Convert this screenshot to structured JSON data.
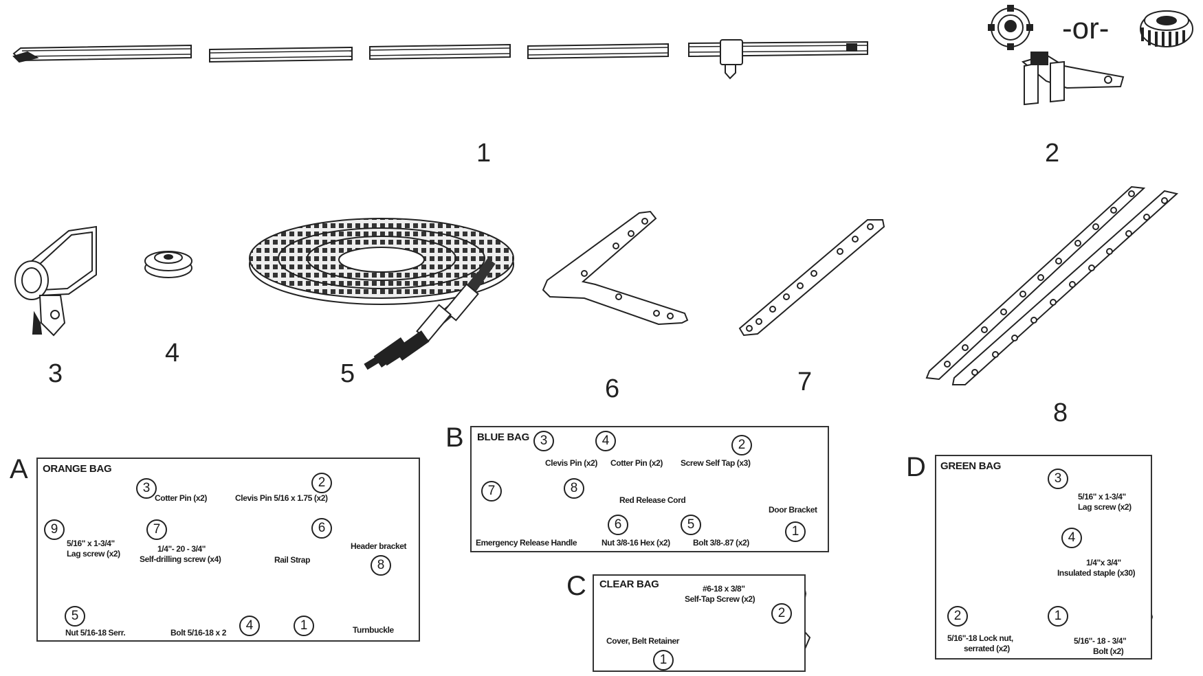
{
  "parts": {
    "p1": "1",
    "p2": "2",
    "p3": "3",
    "p4": "4",
    "p5": "5",
    "p6": "6",
    "p7": "7",
    "p8": "8",
    "or_text": "-or-"
  },
  "bags": {
    "A": {
      "letter": "A",
      "title": "ORANGE BAG",
      "items": {
        "cotter_num": "3",
        "cotter_label": "Cotter Pin (x2)",
        "clevis_num": "2",
        "clevis_label": "Clevis Pin 5/16 x 1.75 (x2)",
        "lag_num": "9",
        "lag_label_1": "5/16\" x 1-3/4\"",
        "lag_label_2": "Lag screw (x2)",
        "selfdrill_num": "7",
        "selfdrill_label_1": "1/4\"- 20 - 3/4\"",
        "selfdrill_label_2": "Self-drilling screw (x4)",
        "railstrap_num": "6",
        "railstrap_label": "Rail Strap",
        "header_num": "8",
        "header_label": "Header bracket",
        "nut_num": "5",
        "nut_label": "Nut 5/16-18 Serr.",
        "bolt_num": "4",
        "bolt_label": "Bolt 5/16-18 x 2",
        "turnbuckle_num": "1",
        "turnbuckle_label": "Turnbuckle"
      }
    },
    "B": {
      "letter": "B",
      "title": "BLUE BAG",
      "items": {
        "clevis_num": "3",
        "clevis_label": "Clevis Pin (x2)",
        "cotter_num": "4",
        "cotter_label": "Cotter Pin (x2)",
        "screw_num": "2",
        "screw_label": "Screw Self Tap (x3)",
        "handle_num": "7",
        "handle_label": "Emergency Release Handle",
        "cord_num": "8",
        "cord_label": "Red Release Cord",
        "nut_num": "6",
        "nut_label": "Nut 3/8-16 Hex (x2)",
        "bolt_num": "5",
        "bolt_label": "Bolt 3/8-.87 (x2)",
        "door_num": "1",
        "door_label": "Door Bracket"
      }
    },
    "C": {
      "letter": "C",
      "title": "CLEAR BAG",
      "items": {
        "screw_num": "2",
        "screw_label_1": "#6-18 x 3/8\"",
        "screw_label_2": "Self-Tap Screw (x2)",
        "cover_num": "1",
        "cover_label": "Cover, Belt Retainer"
      }
    },
    "D": {
      "letter": "D",
      "title": "GREEN BAG",
      "items": {
        "lag_num": "3",
        "lag_label_1": "5/16\" x 1-3/4\"",
        "lag_label_2": "Lag screw (x2)",
        "staple_num": "4",
        "staple_label_1": "1/4\"x 3/4\"",
        "staple_label_2": "Insulated staple (x30)",
        "locknut_num": "2",
        "locknut_label_1": "5/16\"-18    Lock nut,",
        "locknut_label_2": "serrated (x2)",
        "bolt_num": "1",
        "bolt_label_1": "5/16\"- 18 - 3/4\"",
        "bolt_label_2": "Bolt (x2)"
      }
    }
  }
}
